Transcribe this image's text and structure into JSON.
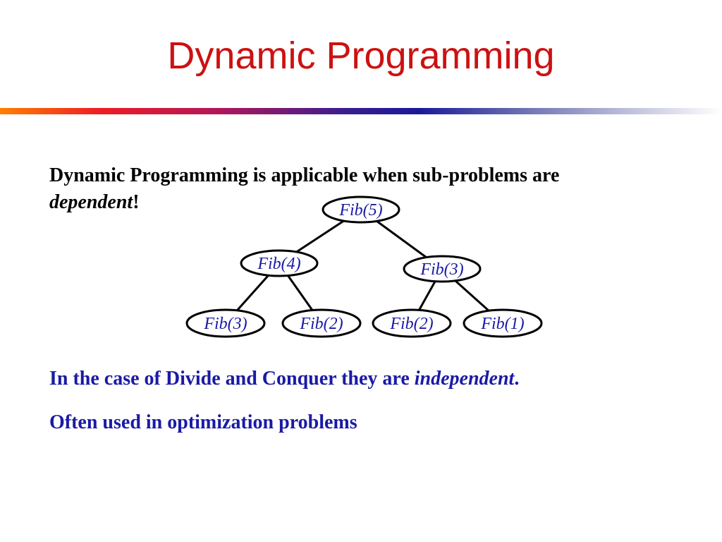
{
  "title": "Dynamic Programming",
  "intro": {
    "text": "Dynamic Programming is applicable when sub-problems are",
    "emphasis": "dependent",
    "suffix": "!"
  },
  "points": [
    {
      "text": "In the case of Divide and Conquer they are ",
      "emphasis": "independent",
      "suffix": "."
    },
    {
      "text": "Often used in optimization problems"
    }
  ],
  "tree": {
    "nodes": [
      {
        "id": "n1",
        "label": "Fib(5)"
      },
      {
        "id": "n2",
        "label": "Fib(4)"
      },
      {
        "id": "n3",
        "label": "Fib(3)"
      },
      {
        "id": "n4",
        "label": "Fib(3)"
      },
      {
        "id": "n5",
        "label": "Fib(2)"
      },
      {
        "id": "n6",
        "label": "Fib(2)"
      },
      {
        "id": "n7",
        "label": "Fib(1)"
      }
    ],
    "edges": [
      [
        "n1",
        "n2"
      ],
      [
        "n1",
        "n3"
      ],
      [
        "n2",
        "n4"
      ],
      [
        "n2",
        "n5"
      ],
      [
        "n3",
        "n6"
      ],
      [
        "n3",
        "n7"
      ]
    ]
  },
  "colors": {
    "title": "#cc1111",
    "body": "#000000",
    "accent": "#1a1aa6"
  }
}
